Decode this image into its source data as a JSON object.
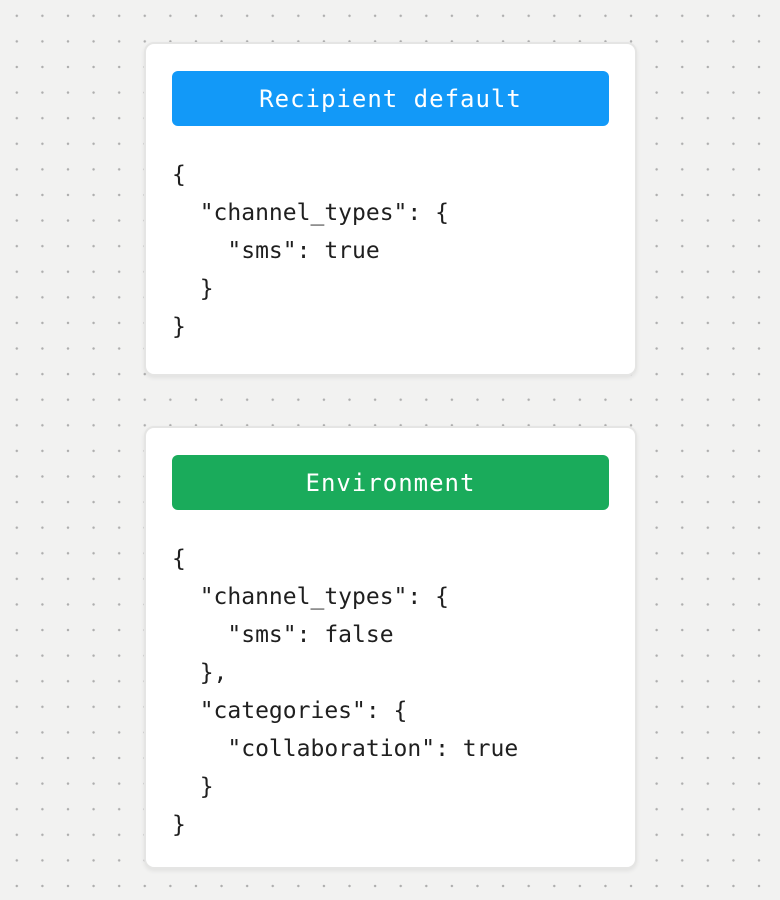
{
  "canvas": {
    "bg_color": "#f2f2f1",
    "dot_color": "#aeaeae"
  },
  "cards": [
    {
      "label": "Recipient default",
      "label_color": "#1299f8",
      "code_lines": [
        "{",
        "  \"channel_types\": {",
        "    \"sms\": true",
        "  }",
        "}"
      ]
    },
    {
      "label": "Environment",
      "label_color": "#1aab5b",
      "code_lines": [
        "{",
        "  \"channel_types\": {",
        "    \"sms\": false",
        "  },",
        "  \"categories\": {",
        "    \"collaboration\": true",
        "  }",
        "}"
      ]
    }
  ]
}
